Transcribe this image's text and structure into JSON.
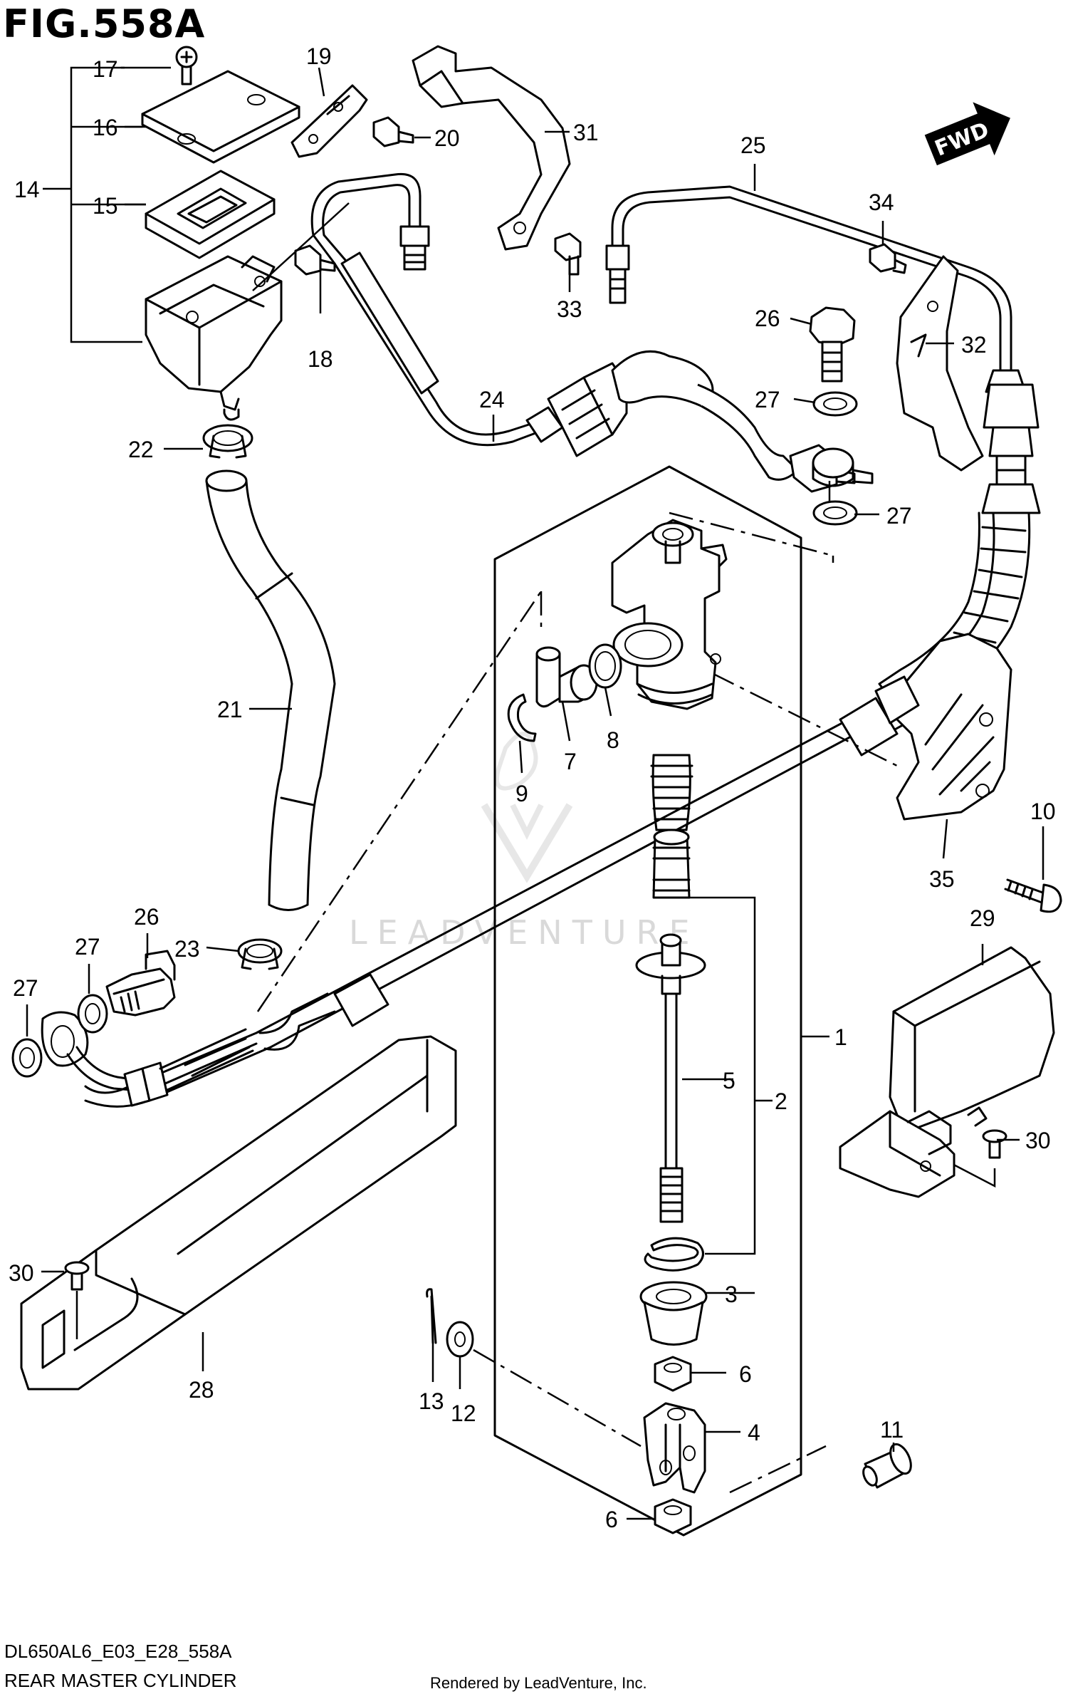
{
  "figure": {
    "title": "FIG.558A",
    "model_code": "DL650AL6_E03_E28_558A",
    "name": "REAR MASTER CYLINDER",
    "credit": "Rendered by LeadVenture, Inc.",
    "watermark": "LEADVENTURE",
    "direction_tag": "FWD"
  },
  "callouts": [
    {
      "id": "c17",
      "label": "17"
    },
    {
      "id": "c16",
      "label": "16"
    },
    {
      "id": "c14",
      "label": "14"
    },
    {
      "id": "c15",
      "label": "15"
    },
    {
      "id": "c19",
      "label": "19"
    },
    {
      "id": "c20",
      "label": "20"
    },
    {
      "id": "c18",
      "label": "18"
    },
    {
      "id": "c31",
      "label": "31"
    },
    {
      "id": "c33",
      "label": "33"
    },
    {
      "id": "c25",
      "label": "25"
    },
    {
      "id": "c34",
      "label": "34"
    },
    {
      "id": "c26a",
      "label": "26"
    },
    {
      "id": "c32",
      "label": "32"
    },
    {
      "id": "c27a",
      "label": "27"
    },
    {
      "id": "c27b",
      "label": "27"
    },
    {
      "id": "c24",
      "label": "24"
    },
    {
      "id": "c22",
      "label": "22"
    },
    {
      "id": "c21",
      "label": "21"
    },
    {
      "id": "c9",
      "label": "9"
    },
    {
      "id": "c7",
      "label": "7"
    },
    {
      "id": "c8",
      "label": "8"
    },
    {
      "id": "c10",
      "label": "10"
    },
    {
      "id": "c35",
      "label": "35"
    },
    {
      "id": "c23",
      "label": "23"
    },
    {
      "id": "c26b",
      "label": "26"
    },
    {
      "id": "c27c",
      "label": "27"
    },
    {
      "id": "c27d",
      "label": "27"
    },
    {
      "id": "c29",
      "label": "29"
    },
    {
      "id": "c1",
      "label": "1"
    },
    {
      "id": "c5",
      "label": "5"
    },
    {
      "id": "c2",
      "label": "2"
    },
    {
      "id": "c30a",
      "label": "30"
    },
    {
      "id": "c30b",
      "label": "30"
    },
    {
      "id": "c3",
      "label": "3"
    },
    {
      "id": "c28",
      "label": "28"
    },
    {
      "id": "c13",
      "label": "13"
    },
    {
      "id": "c12",
      "label": "12"
    },
    {
      "id": "c6a",
      "label": "6"
    },
    {
      "id": "c4",
      "label": "4"
    },
    {
      "id": "c11",
      "label": "11"
    },
    {
      "id": "c6b",
      "label": "6"
    }
  ]
}
